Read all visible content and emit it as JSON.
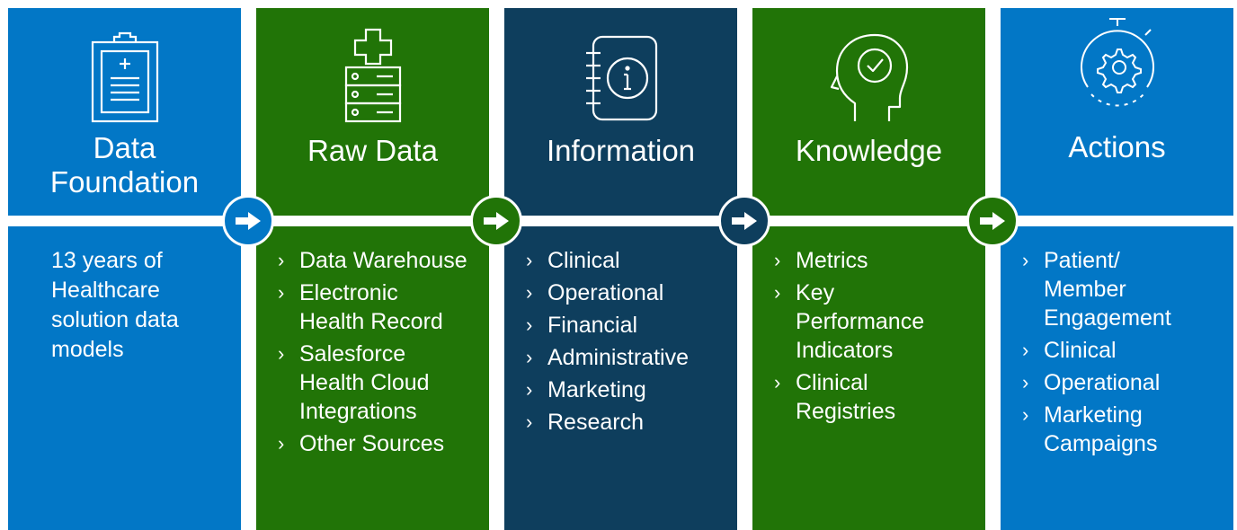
{
  "columns": [
    {
      "title_lines": [
        "Data",
        "Foundation"
      ],
      "icon": "clipboard-icon",
      "color": "#0277c6",
      "paragraph": [
        "13 years of",
        "Healthcare",
        "solution data",
        "models"
      ]
    },
    {
      "title_lines": [
        "Raw Data"
      ],
      "icon": "medical-server-icon",
      "color": "#217407",
      "items": [
        {
          "lines": [
            "Data Warehouse"
          ]
        },
        {
          "lines": [
            "Electronic",
            "Health Record"
          ]
        },
        {
          "lines": [
            "Salesforce",
            "Health Cloud",
            "Integrations"
          ]
        },
        {
          "lines": [
            "Other Sources"
          ]
        }
      ]
    },
    {
      "title_lines": [
        "Information"
      ],
      "icon": "info-notebook-icon",
      "color": "#0e3e5d",
      "items": [
        {
          "lines": [
            "Clinical"
          ]
        },
        {
          "lines": [
            "Operational"
          ]
        },
        {
          "lines": [
            "Financial"
          ]
        },
        {
          "lines": [
            "Administrative"
          ]
        },
        {
          "lines": [
            "Marketing"
          ]
        },
        {
          "lines": [
            "Research"
          ]
        }
      ]
    },
    {
      "title_lines": [
        "Knowledge"
      ],
      "icon": "head-check-icon",
      "color": "#217407",
      "items": [
        {
          "lines": [
            "Metrics"
          ]
        },
        {
          "lines": [
            "Key",
            "Performance",
            "Indicators"
          ]
        },
        {
          "lines": [
            "Clinical",
            "Registries"
          ]
        }
      ]
    },
    {
      "title_lines": [
        "Actions"
      ],
      "icon": "gear-stopwatch-icon",
      "color": "#0277c6",
      "items": [
        {
          "lines": [
            "Patient/",
            "Member",
            "Engagement"
          ]
        },
        {
          "lines": [
            "Clinical"
          ]
        },
        {
          "lines": [
            "Operational"
          ]
        },
        {
          "lines": [
            "Marketing",
            "Campaigns"
          ]
        }
      ]
    }
  ],
  "arrows": [
    {
      "icon": "right-arrow-icon",
      "color": "#0277c6"
    },
    {
      "icon": "right-arrow-icon",
      "color": "#217407"
    },
    {
      "icon": "right-arrow-icon",
      "color": "#0e3e5d"
    },
    {
      "icon": "right-arrow-icon",
      "color": "#217407"
    }
  ],
  "bullet_glyph": "›"
}
